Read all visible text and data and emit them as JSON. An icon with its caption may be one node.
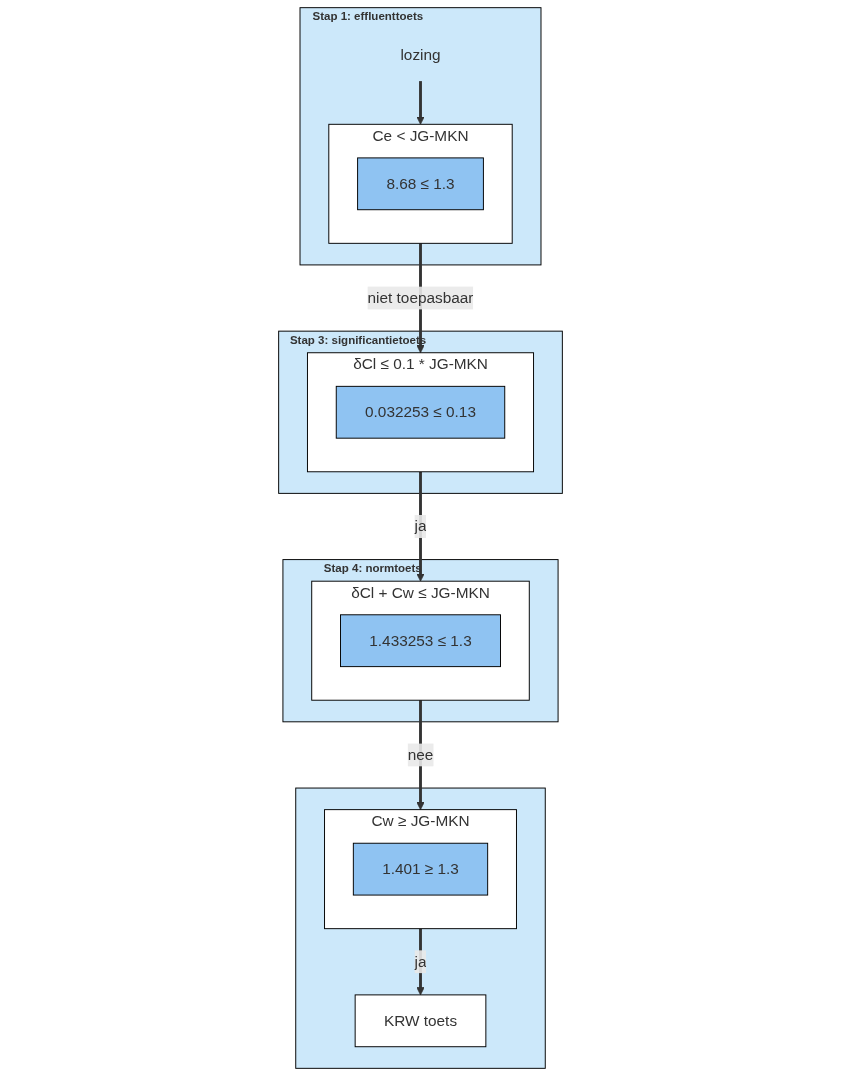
{
  "diagram": {
    "nodes": [
      {
        "text": [
          "Stap 1: effluenttoets"
        ]
      },
      {
        "text": [
          "lozing"
        ],
        "in": 0
      },
      {
        "text": [
          "Ce < JG-MKN"
        ],
        "in": 0
      },
      {
        "text": [
          "8.68 ≤ 1.3"
        ],
        "in": 2
      },
      {
        "text": [
          "Stap 3: significantietoets"
        ]
      },
      {
        "text": [
          "δCl ≤ 0.1 * JG-MKN"
        ],
        "in": 4
      },
      {
        "text": [
          "0.032253 ≤ 0.13"
        ],
        "in": 5
      },
      {
        "text": [
          "Stap 4: normtoets"
        ]
      },
      {
        "text": [
          "δCl + Cw ≤ JG-MKN"
        ],
        "in": 7
      },
      {
        "text": [
          "1.433253 ≤ 1.3"
        ],
        "in": 8
      },
      {
        "text": [],
        "shape": "box"
      },
      {
        "text": [
          "Cw ≥ JG-MKN"
        ],
        "in": 10
      },
      {
        "text": [
          "1.401 ≥ 1.3"
        ],
        "in": 11
      },
      {
        "text": [
          "KRW toets"
        ],
        "in": 10
      }
    ],
    "edges": [
      {
        "from": 1,
        "to": 2,
        "arrow": "to"
      },
      {
        "from": 2,
        "to": 5,
        "arrow": "to",
        "label": "niet toepasbaar"
      },
      {
        "from": 5,
        "to": 8,
        "arrow": "to",
        "label": "ja"
      },
      {
        "from": 8,
        "to": 11,
        "arrow": "to",
        "label": "nee"
      },
      {
        "from": 11,
        "to": 13,
        "arrow": "to",
        "label": "ja"
      }
    ]
  }
}
